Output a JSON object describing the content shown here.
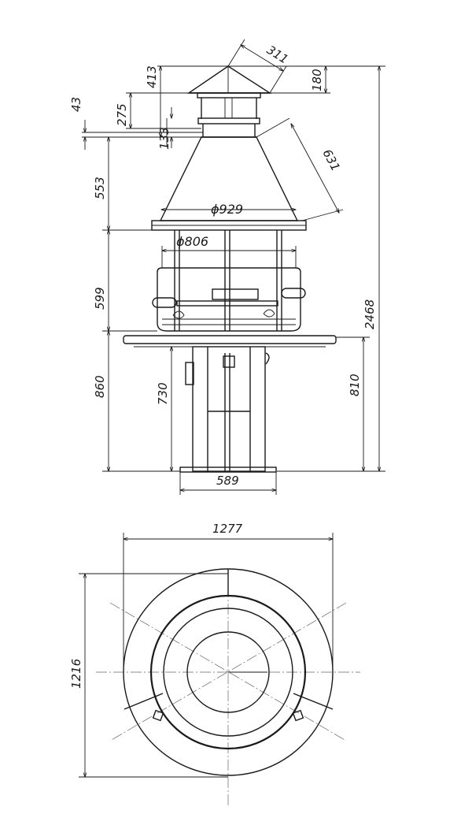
{
  "drawing": {
    "title": "",
    "dimensions": {
      "cap_width": "311",
      "cap_height": "180",
      "cap_total": "413",
      "chimney": "275",
      "gap_top": "43",
      "gap_chimney": "133",
      "hood_slant": "631",
      "hood_height": "553",
      "hood_diameter": "ϕ929",
      "grill_diameter": "ϕ806",
      "grill_height": "599",
      "total_height": "2468",
      "table_height": "860",
      "stand_height_left": "730",
      "stand_height_right": "810",
      "base_width": "589",
      "plan_width": "1277",
      "plan_depth": "1216"
    }
  },
  "colors": {
    "line": "#1a1a1a",
    "centerline": "#666666",
    "background": "#ffffff"
  }
}
